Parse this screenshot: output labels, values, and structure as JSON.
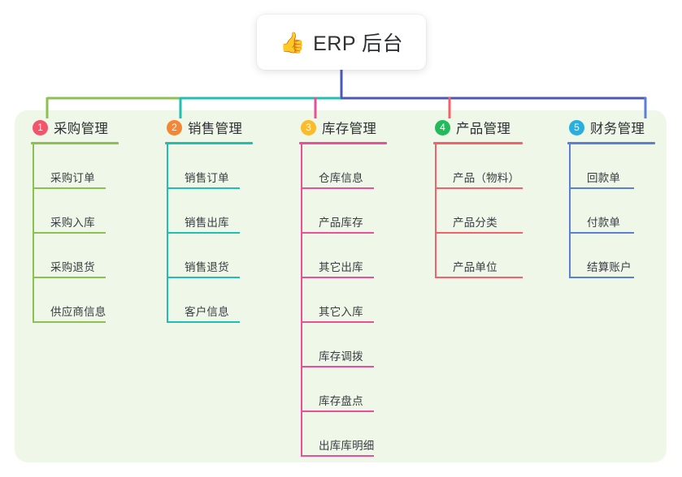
{
  "root": {
    "icon": "thumbs-up-icon",
    "emoji": "👍",
    "title": "ERP 后台"
  },
  "palette": {
    "canvas_bg": "#ffffff",
    "panel_bg": "#eff7e9",
    "card_bg": "#ffffff",
    "text": "#2e3033",
    "leaf_text": "#3a3d42",
    "trunk_blue": "#4b58b8",
    "bar_green": "#7ac143",
    "bar_teal": "#17bfae",
    "bar_blue": "#4b58b8"
  },
  "columns": [
    {
      "index": "1",
      "badge_color": "#f4546a",
      "line_color": "#8cc152",
      "title": "采购管理",
      "items": [
        "采购订单",
        "采购入库",
        "采购退货",
        "供应商信息"
      ]
    },
    {
      "index": "2",
      "badge_color": "#f58634",
      "line_color": "#21bfb2",
      "title": "销售管理",
      "items": [
        "销售订单",
        "销售出库",
        "销售退货",
        "客户信息"
      ]
    },
    {
      "index": "3",
      "badge_color": "#fbbc28",
      "line_color": "#ea4f9a",
      "title": "库存管理",
      "items": [
        "仓库信息",
        "产品库存",
        "其它出库",
        "其它入库",
        "库存调拨",
        "库存盘点",
        "出库库明细"
      ]
    },
    {
      "index": "4",
      "badge_color": "#22bb5b",
      "line_color": "#f4616a",
      "title": "产品管理",
      "items": [
        "产品（物料）",
        "产品分类",
        "产品单位"
      ]
    },
    {
      "index": "5",
      "badge_color": "#29aee0",
      "line_color": "#5b7fd4",
      "title": "财务管理",
      "items": [
        "回款单",
        "付款单",
        "结算账户"
      ]
    }
  ]
}
